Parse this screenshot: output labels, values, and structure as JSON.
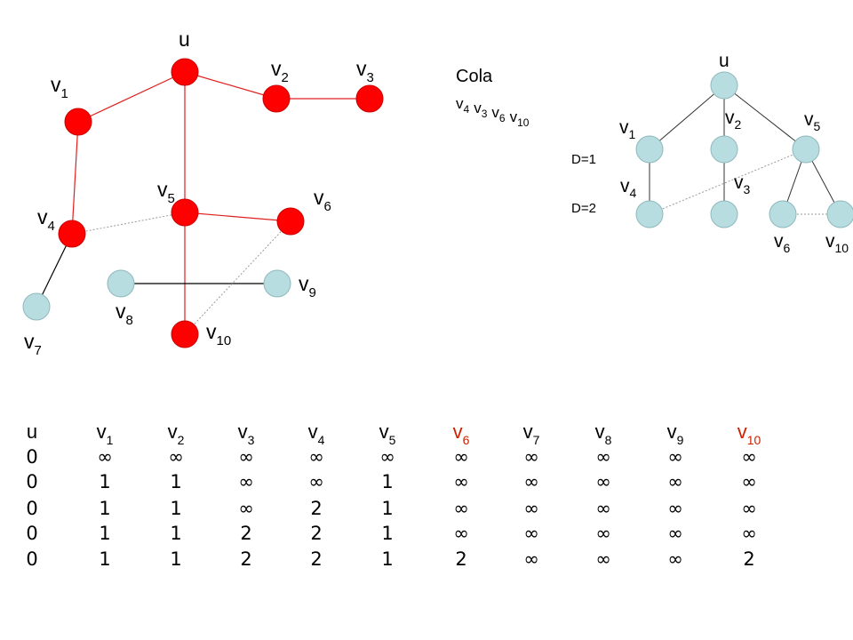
{
  "colors": {
    "visited": "#ff0000",
    "unvisited": "#b7dde0",
    "edge_red": "#e02020",
    "edge_black": "#000000",
    "edge_dotted": "#9a9a9a",
    "highlight_text": "#cc2200"
  },
  "graph": {
    "nodes": [
      {
        "id": "u",
        "base": "u",
        "sub": "",
        "state": "visited"
      },
      {
        "id": "v1",
        "base": "v",
        "sub": "1",
        "state": "visited"
      },
      {
        "id": "v2",
        "base": "v",
        "sub": "2",
        "state": "visited"
      },
      {
        "id": "v3",
        "base": "v",
        "sub": "3",
        "state": "visited"
      },
      {
        "id": "v4",
        "base": "v",
        "sub": "4",
        "state": "visited"
      },
      {
        "id": "v5",
        "base": "v",
        "sub": "5",
        "state": "visited"
      },
      {
        "id": "v6",
        "base": "v",
        "sub": "6",
        "state": "visited"
      },
      {
        "id": "v7",
        "base": "v",
        "sub": "7",
        "state": "unvisited"
      },
      {
        "id": "v8",
        "base": "v",
        "sub": "8",
        "state": "unvisited"
      },
      {
        "id": "v9",
        "base": "v",
        "sub": "9",
        "state": "unvisited"
      },
      {
        "id": "v10",
        "base": "v",
        "sub": "10",
        "state": "visited"
      }
    ],
    "edges": [
      {
        "from": "u",
        "to": "v1",
        "style": "red"
      },
      {
        "from": "u",
        "to": "v2",
        "style": "red"
      },
      {
        "from": "v2",
        "to": "v3",
        "style": "red"
      },
      {
        "from": "u",
        "to": "v5",
        "style": "red"
      },
      {
        "from": "v1",
        "to": "v4",
        "style": "red"
      },
      {
        "from": "v5",
        "to": "v6",
        "style": "red"
      },
      {
        "from": "v5",
        "to": "v10",
        "style": "red"
      },
      {
        "from": "v4",
        "to": "v7",
        "style": "black"
      },
      {
        "from": "v8",
        "to": "v9",
        "style": "black"
      },
      {
        "from": "v4",
        "to": "v5",
        "style": "dotted"
      },
      {
        "from": "v6",
        "to": "v10",
        "style": "dotted"
      }
    ]
  },
  "queue": {
    "title": "Cola",
    "items": [
      {
        "base": "v",
        "sub": "4"
      },
      {
        "base": "v",
        "sub": "3"
      },
      {
        "base": "v",
        "sub": "6"
      },
      {
        "base": "v",
        "sub": "10"
      }
    ]
  },
  "tree": {
    "nodes": [
      {
        "id": "u",
        "base": "u",
        "sub": ""
      },
      {
        "id": "v1",
        "base": "v",
        "sub": "1"
      },
      {
        "id": "v2",
        "base": "v",
        "sub": "2"
      },
      {
        "id": "v5",
        "base": "v",
        "sub": "5"
      },
      {
        "id": "v4",
        "base": "v",
        "sub": "4"
      },
      {
        "id": "v3",
        "base": "v",
        "sub": "3"
      },
      {
        "id": "v6",
        "base": "v",
        "sub": "6"
      },
      {
        "id": "v10",
        "base": "v",
        "sub": "10"
      }
    ],
    "edges": [
      {
        "from": "u",
        "to": "v1",
        "style": "solid"
      },
      {
        "from": "u",
        "to": "v2",
        "style": "solid"
      },
      {
        "from": "u",
        "to": "v5",
        "style": "solid"
      },
      {
        "from": "v1",
        "to": "v4",
        "style": "solid"
      },
      {
        "from": "v2",
        "to": "v3",
        "style": "solid"
      },
      {
        "from": "v5",
        "to": "v6",
        "style": "solid"
      },
      {
        "from": "v5",
        "to": "v10",
        "style": "solid"
      },
      {
        "from": "v4",
        "to": "v5",
        "style": "dotted"
      },
      {
        "from": "v6",
        "to": "v10",
        "style": "dotted"
      }
    ],
    "levels": [
      "D=1",
      "D=2"
    ]
  },
  "table": {
    "headers": [
      {
        "base": "u",
        "sub": "",
        "highlight": false
      },
      {
        "base": "v",
        "sub": "1",
        "highlight": false
      },
      {
        "base": "v",
        "sub": "2",
        "highlight": false
      },
      {
        "base": "v",
        "sub": "3",
        "highlight": false
      },
      {
        "base": "v",
        "sub": "4",
        "highlight": false
      },
      {
        "base": "v",
        "sub": "5",
        "highlight": false
      },
      {
        "base": "v",
        "sub": "6",
        "highlight": true
      },
      {
        "base": "v",
        "sub": "7",
        "highlight": false
      },
      {
        "base": "v",
        "sub": "8",
        "highlight": false
      },
      {
        "base": "v",
        "sub": "9",
        "highlight": false
      },
      {
        "base": "v",
        "sub": "10",
        "highlight": true
      }
    ],
    "rows": [
      [
        "0",
        "∞",
        "∞",
        "∞",
        "∞",
        "∞",
        "∞",
        "∞",
        "∞",
        "∞",
        "∞"
      ],
      [
        "0",
        "1",
        "1",
        "∞",
        "∞",
        "1",
        "∞",
        "∞",
        "∞",
        "∞",
        "∞"
      ],
      [
        "0",
        "1",
        "1",
        "∞",
        "2",
        "1",
        "∞",
        "∞",
        "∞",
        "∞",
        "∞"
      ],
      [
        "0",
        "1",
        "1",
        "2",
        "2",
        "1",
        "∞",
        "∞",
        "∞",
        "∞",
        "∞"
      ],
      [
        "0",
        "1",
        "1",
        "2",
        "2",
        "1",
        "2",
        "∞",
        "∞",
        "∞",
        "2"
      ]
    ]
  }
}
